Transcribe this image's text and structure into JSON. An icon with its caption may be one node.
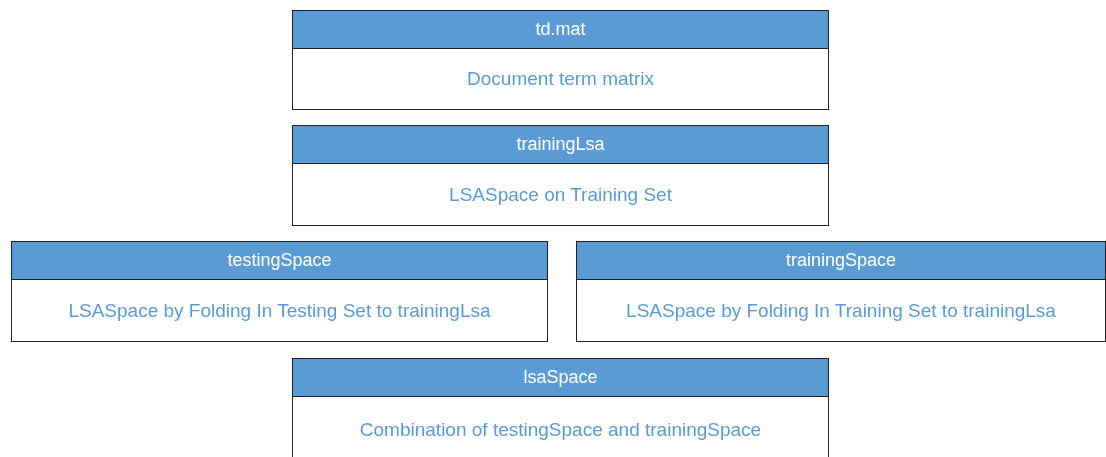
{
  "diagram": {
    "nodes": [
      {
        "text": [
          "td.mat",
          "Document term matrix"
        ]
      },
      {
        "text": [
          "trainingLsa",
          "LSASpace on Training Set"
        ]
      },
      {
        "text": [
          "testingSpace",
          "LSASpace by Folding In Testing Set to trainingLsa"
        ]
      },
      {
        "text": [
          "trainingSpace",
          "LSASpace by Folding In Training Set to trainingLsa"
        ]
      },
      {
        "text": [
          "lsaSpace",
          "Combination of testingSpace and trainingSpace"
        ]
      }
    ]
  }
}
